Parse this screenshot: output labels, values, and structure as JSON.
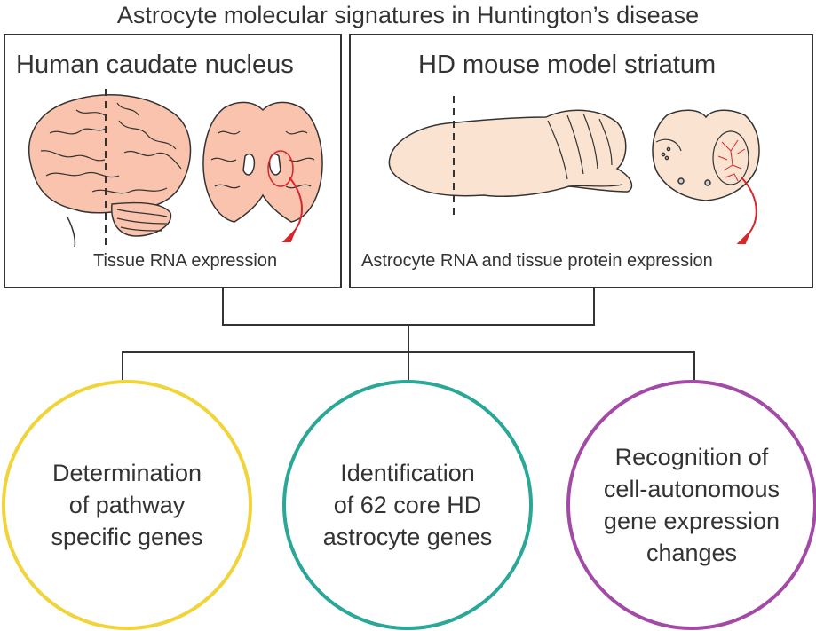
{
  "title": "Astrocyte molecular signatures in Huntington’s disease",
  "panels": {
    "human": {
      "title": "Human caudate nucleus",
      "caption": "Tissue RNA expression"
    },
    "mouse": {
      "title": "HD mouse model striatum",
      "caption": "Astrocyte RNA and tissue protein expression"
    }
  },
  "outcomes": [
    {
      "lines": [
        "Determination",
        "of pathway",
        "specific genes"
      ],
      "color": "#f0d43a"
    },
    {
      "lines": [
        "Identification",
        "of 62 core HD",
        "astrocyte genes"
      ],
      "color": "#2aa797"
    },
    {
      "lines": [
        "Recognition of",
        "cell-autonomous",
        "gene expression",
        "changes"
      ],
      "color": "#a24aa6"
    }
  ],
  "colors": {
    "human_tissue": "#f9c3ad",
    "mouse_tissue": "#fbe3d1",
    "arrow": "#d8262a",
    "outline": "#333333"
  }
}
